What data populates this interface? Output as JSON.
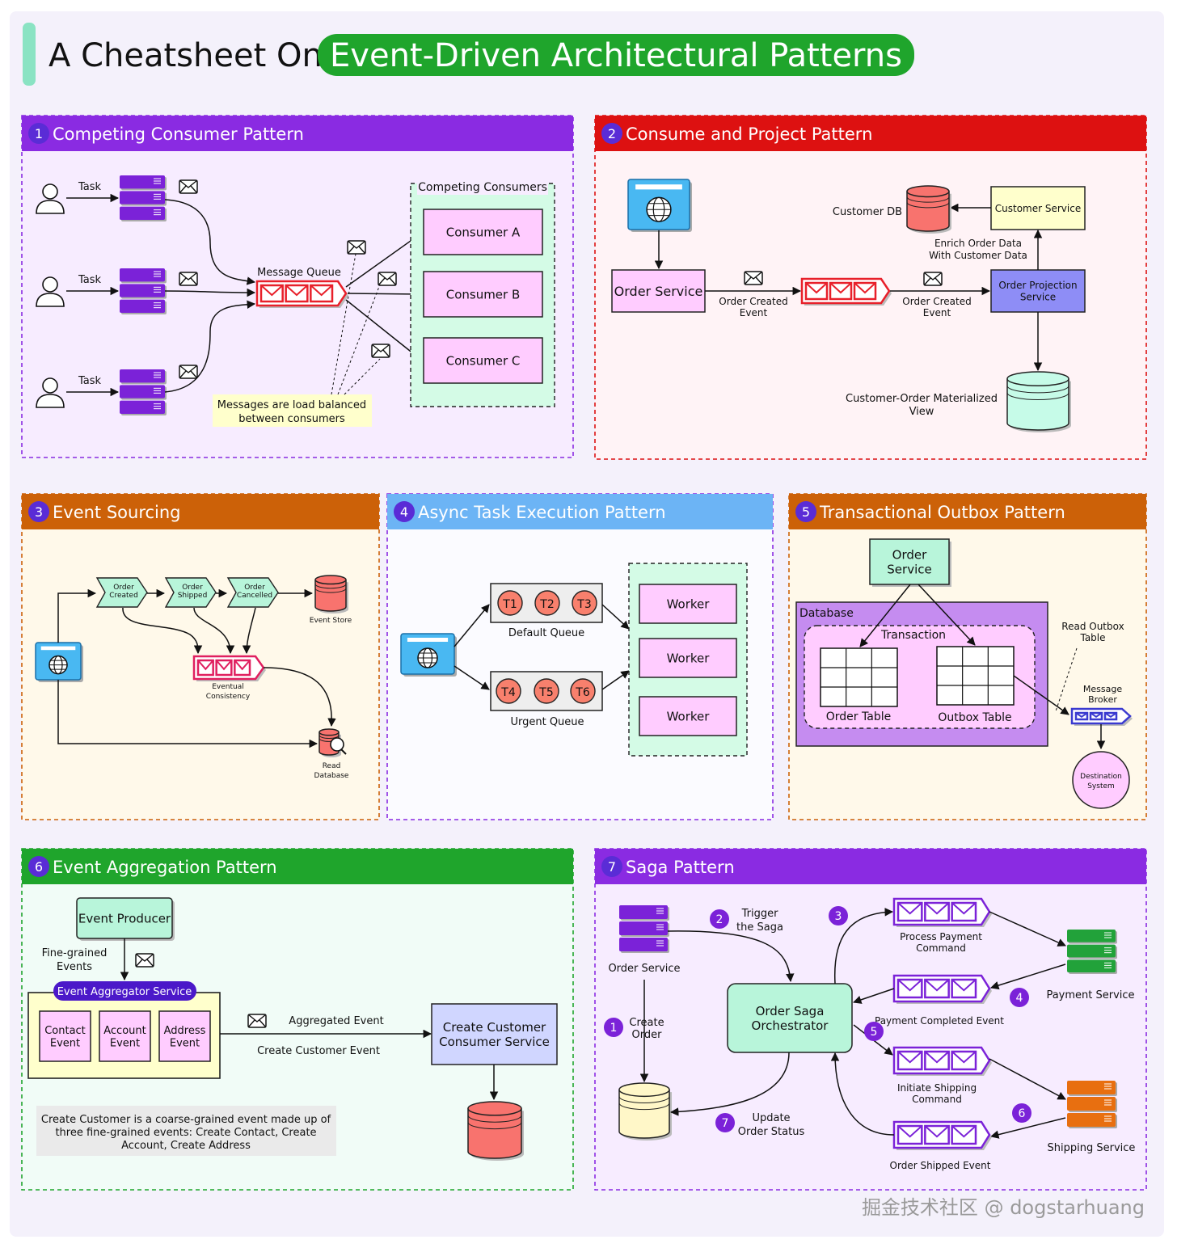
{
  "title": {
    "prefix": "A Cheatsheet On",
    "highlight": "Event-Driven Architectural Patterns"
  },
  "colors": {
    "page_bg": "#f4f1fb",
    "accent_bar": "#8ae3c3",
    "title_green": "#1fa52c",
    "purple_header": "#8a2be2",
    "red_header": "#dd1111",
    "orange_header": "#cc6108",
    "blue_header": "#6cb4f5",
    "green_header": "#1fa52c",
    "panel_purple": "#f7ecff",
    "panel_pink": "#fff3f6",
    "panel_cream": "#fff9ea",
    "panel_light": "#fbfbff",
    "panel_mint": "#f1fcf7",
    "consumer_pink": "#ffccff",
    "queue_red": "#e8202a",
    "queue_purple": "#7b2ee0",
    "mint_box": "#b8f5da",
    "db_red": "#f8736e",
    "db_mint": "#c6fbe8",
    "db_cream": "#fff7c8",
    "db_purple": "#c58cf0",
    "server_purple": "#7b22d8",
    "server_green": "#22a23a",
    "server_orange": "#e86f10",
    "browser_blue": "#49b8f2",
    "lavender_box": "#8e8df6",
    "yellow_note": "#ffffcc",
    "grey_note": "#eaeaea"
  },
  "icons": {
    "user": "user-icon",
    "server": "server-stack-icon",
    "envelope": "envelope-icon",
    "queue": "message-queue-icon",
    "database": "database-icon",
    "browser": "browser-globe-icon",
    "search_db": "database-search-icon",
    "table": "table-grid-icon",
    "event": "event-arrow-icon"
  },
  "sections": {
    "s1": {
      "num": "1",
      "title": "Competing Consumer Pattern",
      "task_labels": [
        "Task",
        "Task",
        "Task"
      ],
      "queue_label": "Message Queue",
      "group_label": "Competing Consumers",
      "consumers": [
        "Consumer A",
        "Consumer B",
        "Consumer C"
      ],
      "note": [
        "Messages are load balanced",
        "between consumers"
      ]
    },
    "s2": {
      "num": "2",
      "title": "Consume and Project Pattern",
      "order_service": "Order Service",
      "event_left": [
        "Order Created",
        "Event"
      ],
      "event_right": [
        "Order Created",
        "Event"
      ],
      "customer_db": "Customer DB",
      "customer_service": "Customer Service",
      "enrich": [
        "Enrich Order Data",
        "With Customer Data"
      ],
      "projection": [
        "Order Projection",
        "Service"
      ],
      "view": [
        "Customer-Order Materialized",
        "View"
      ]
    },
    "s3": {
      "num": "3",
      "title": "Event Sourcing",
      "events": [
        [
          "Order",
          "Created"
        ],
        [
          "Order",
          "Shipped"
        ],
        [
          "Order",
          "Cancelled"
        ]
      ],
      "event_store": "Event Store",
      "queue_label": [
        "Eventual",
        "Consistency"
      ],
      "read_db": [
        "Read",
        "Database"
      ]
    },
    "s4": {
      "num": "4",
      "title": "Async Task Execution Pattern",
      "default_tasks": [
        "T1",
        "T2",
        "T3"
      ],
      "default_label": "Default Queue",
      "urgent_tasks": [
        "T4",
        "T5",
        "T6"
      ],
      "urgent_label": "Urgent Queue",
      "workers": [
        "Worker",
        "Worker",
        "Worker"
      ]
    },
    "s5": {
      "num": "5",
      "title": "Transactional Outbox Pattern",
      "order_service": [
        "Order",
        "Service"
      ],
      "database": "Database",
      "transaction": "Transaction",
      "order_table": "Order Table",
      "outbox_table": "Outbox Table",
      "read_outbox": [
        "Read Outbox",
        "Table"
      ],
      "broker": [
        "Message",
        "Broker"
      ],
      "destination": [
        "Destination",
        "System"
      ]
    },
    "s6": {
      "num": "6",
      "title": "Event Aggregation Pattern",
      "producer": "Event Producer",
      "fine_grained": [
        "Fine-grained",
        "Events"
      ],
      "aggregator": "Event Aggregator Service",
      "events": [
        [
          "Contact",
          "Event"
        ],
        [
          "Account",
          "Event"
        ],
        [
          "Address",
          "Event"
        ]
      ],
      "aggregated": "Aggregated Event",
      "create_event": "Create Customer Event",
      "consumer": [
        "Create Customer",
        "Consumer Service"
      ],
      "note": [
        "Create Customer is a coarse-grained event made up of",
        "three fine-grained events: Create Contact, Create",
        "Account, Create Address"
      ]
    },
    "s7": {
      "num": "7",
      "title": "Saga Pattern",
      "order_service": "Order Service",
      "orchestrator": [
        "Order Saga",
        "Orchestrator"
      ],
      "steps": {
        "create": {
          "num": "1",
          "label": [
            "Create",
            "Order"
          ]
        },
        "trigger": {
          "num": "2",
          "label": [
            "Trigger",
            "the Saga"
          ]
        },
        "process": {
          "num": "3",
          "label": [
            "Process Payment",
            "Command"
          ]
        },
        "completed": {
          "num": "4",
          "label": [
            "Payment Completed Event"
          ]
        },
        "shipping": {
          "num": "5",
          "label": [
            "Initiate Shipping",
            "Command"
          ]
        },
        "shipped": {
          "num": "6",
          "label": [
            "Order Shipped Event"
          ]
        },
        "update": {
          "num": "7",
          "label": [
            "Update",
            "Order Status"
          ]
        }
      },
      "payment_service": "Payment Service",
      "shipping_service": "Shipping Service"
    }
  },
  "watermark": "掘金技术社区 @ dogstarhuang"
}
